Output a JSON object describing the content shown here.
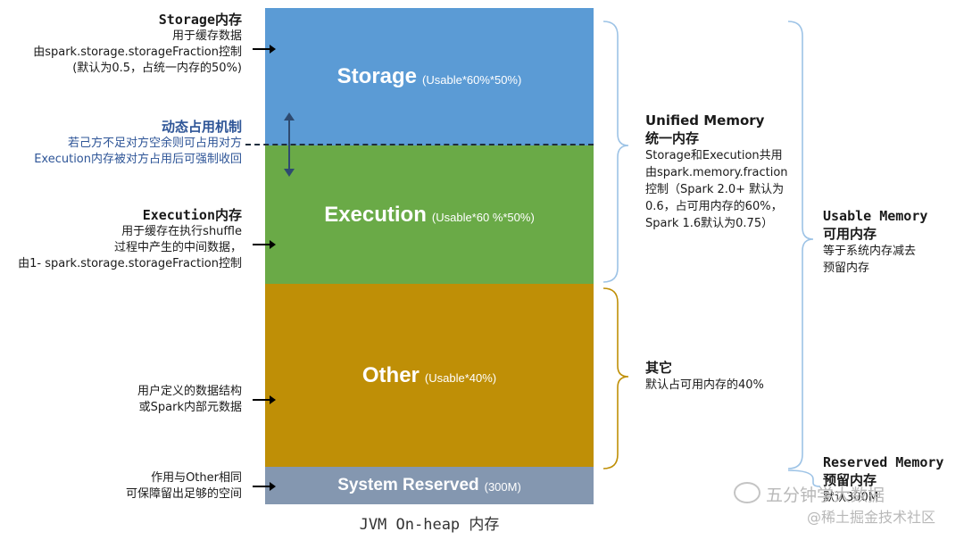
{
  "blocks": {
    "storage": {
      "main": "Storage",
      "sub": "(Usable*60%*50%)"
    },
    "execution": {
      "main": "Execution",
      "sub": "(Usable*60 %*50%)"
    },
    "other": {
      "main": "Other",
      "sub": "(Usable*40%)"
    },
    "reserved": {
      "main": "System Reserved",
      "sub": "(300M)"
    }
  },
  "left": {
    "storage": {
      "title": "Storage内存",
      "lines": [
        "用于缓存数据",
        "由spark.storage.storageFraction控制",
        "(默认为0.5，占统一内存的50%)"
      ]
    },
    "dynamic": {
      "title": "动态占用机制",
      "lines": [
        "若己方不足对方空余则可占用对方",
        "Execution内存被对方占用后可强制收回"
      ]
    },
    "execution": {
      "title": "Execution内存",
      "lines": [
        "用于缓存在执行shuffle",
        "过程中产生的中间数据，",
        "由1- spark.storage.storageFraction控制"
      ]
    },
    "other": {
      "lines": [
        "用户定义的数据结构",
        "或Spark内部元数据"
      ]
    },
    "reserved": {
      "lines": [
        "作用与Other相同",
        "可保障留出足够的空间"
      ]
    }
  },
  "right": {
    "unified": {
      "title_en": "Unified Memory",
      "title_cn": "统一内存",
      "lines": [
        "Storage和Execution共用",
        "由spark.memory.fraction",
        "控制（Spark 2.0+ 默认为",
        "0.6，占可用内存的60%，",
        "Spark 1.6默认为0.75）"
      ]
    },
    "usable": {
      "title_en": "Usable Memory",
      "title_cn": "可用内存",
      "lines": [
        "等于系统内存减去",
        "预留内存"
      ]
    },
    "other": {
      "title": "其它",
      "lines": [
        "默认占可用内存的40%"
      ]
    },
    "reserved": {
      "title_en": "Reserved Memory",
      "title_cn": "预留内存",
      "lines": [
        "默认300M"
      ]
    }
  },
  "caption": "JVM On-heap 内存",
  "watermark": {
    "main": "五分钟学大数据",
    "sub": "@稀土掘金技术社区"
  },
  "colors": {
    "storage": "#5b9bd5",
    "execution": "#6aaa47",
    "other": "#bf8f06",
    "reserved": "#8497b0",
    "brace": "#9dc3e6",
    "brace_other": "#bf8f06",
    "dynamic_text": "#2e5597"
  }
}
